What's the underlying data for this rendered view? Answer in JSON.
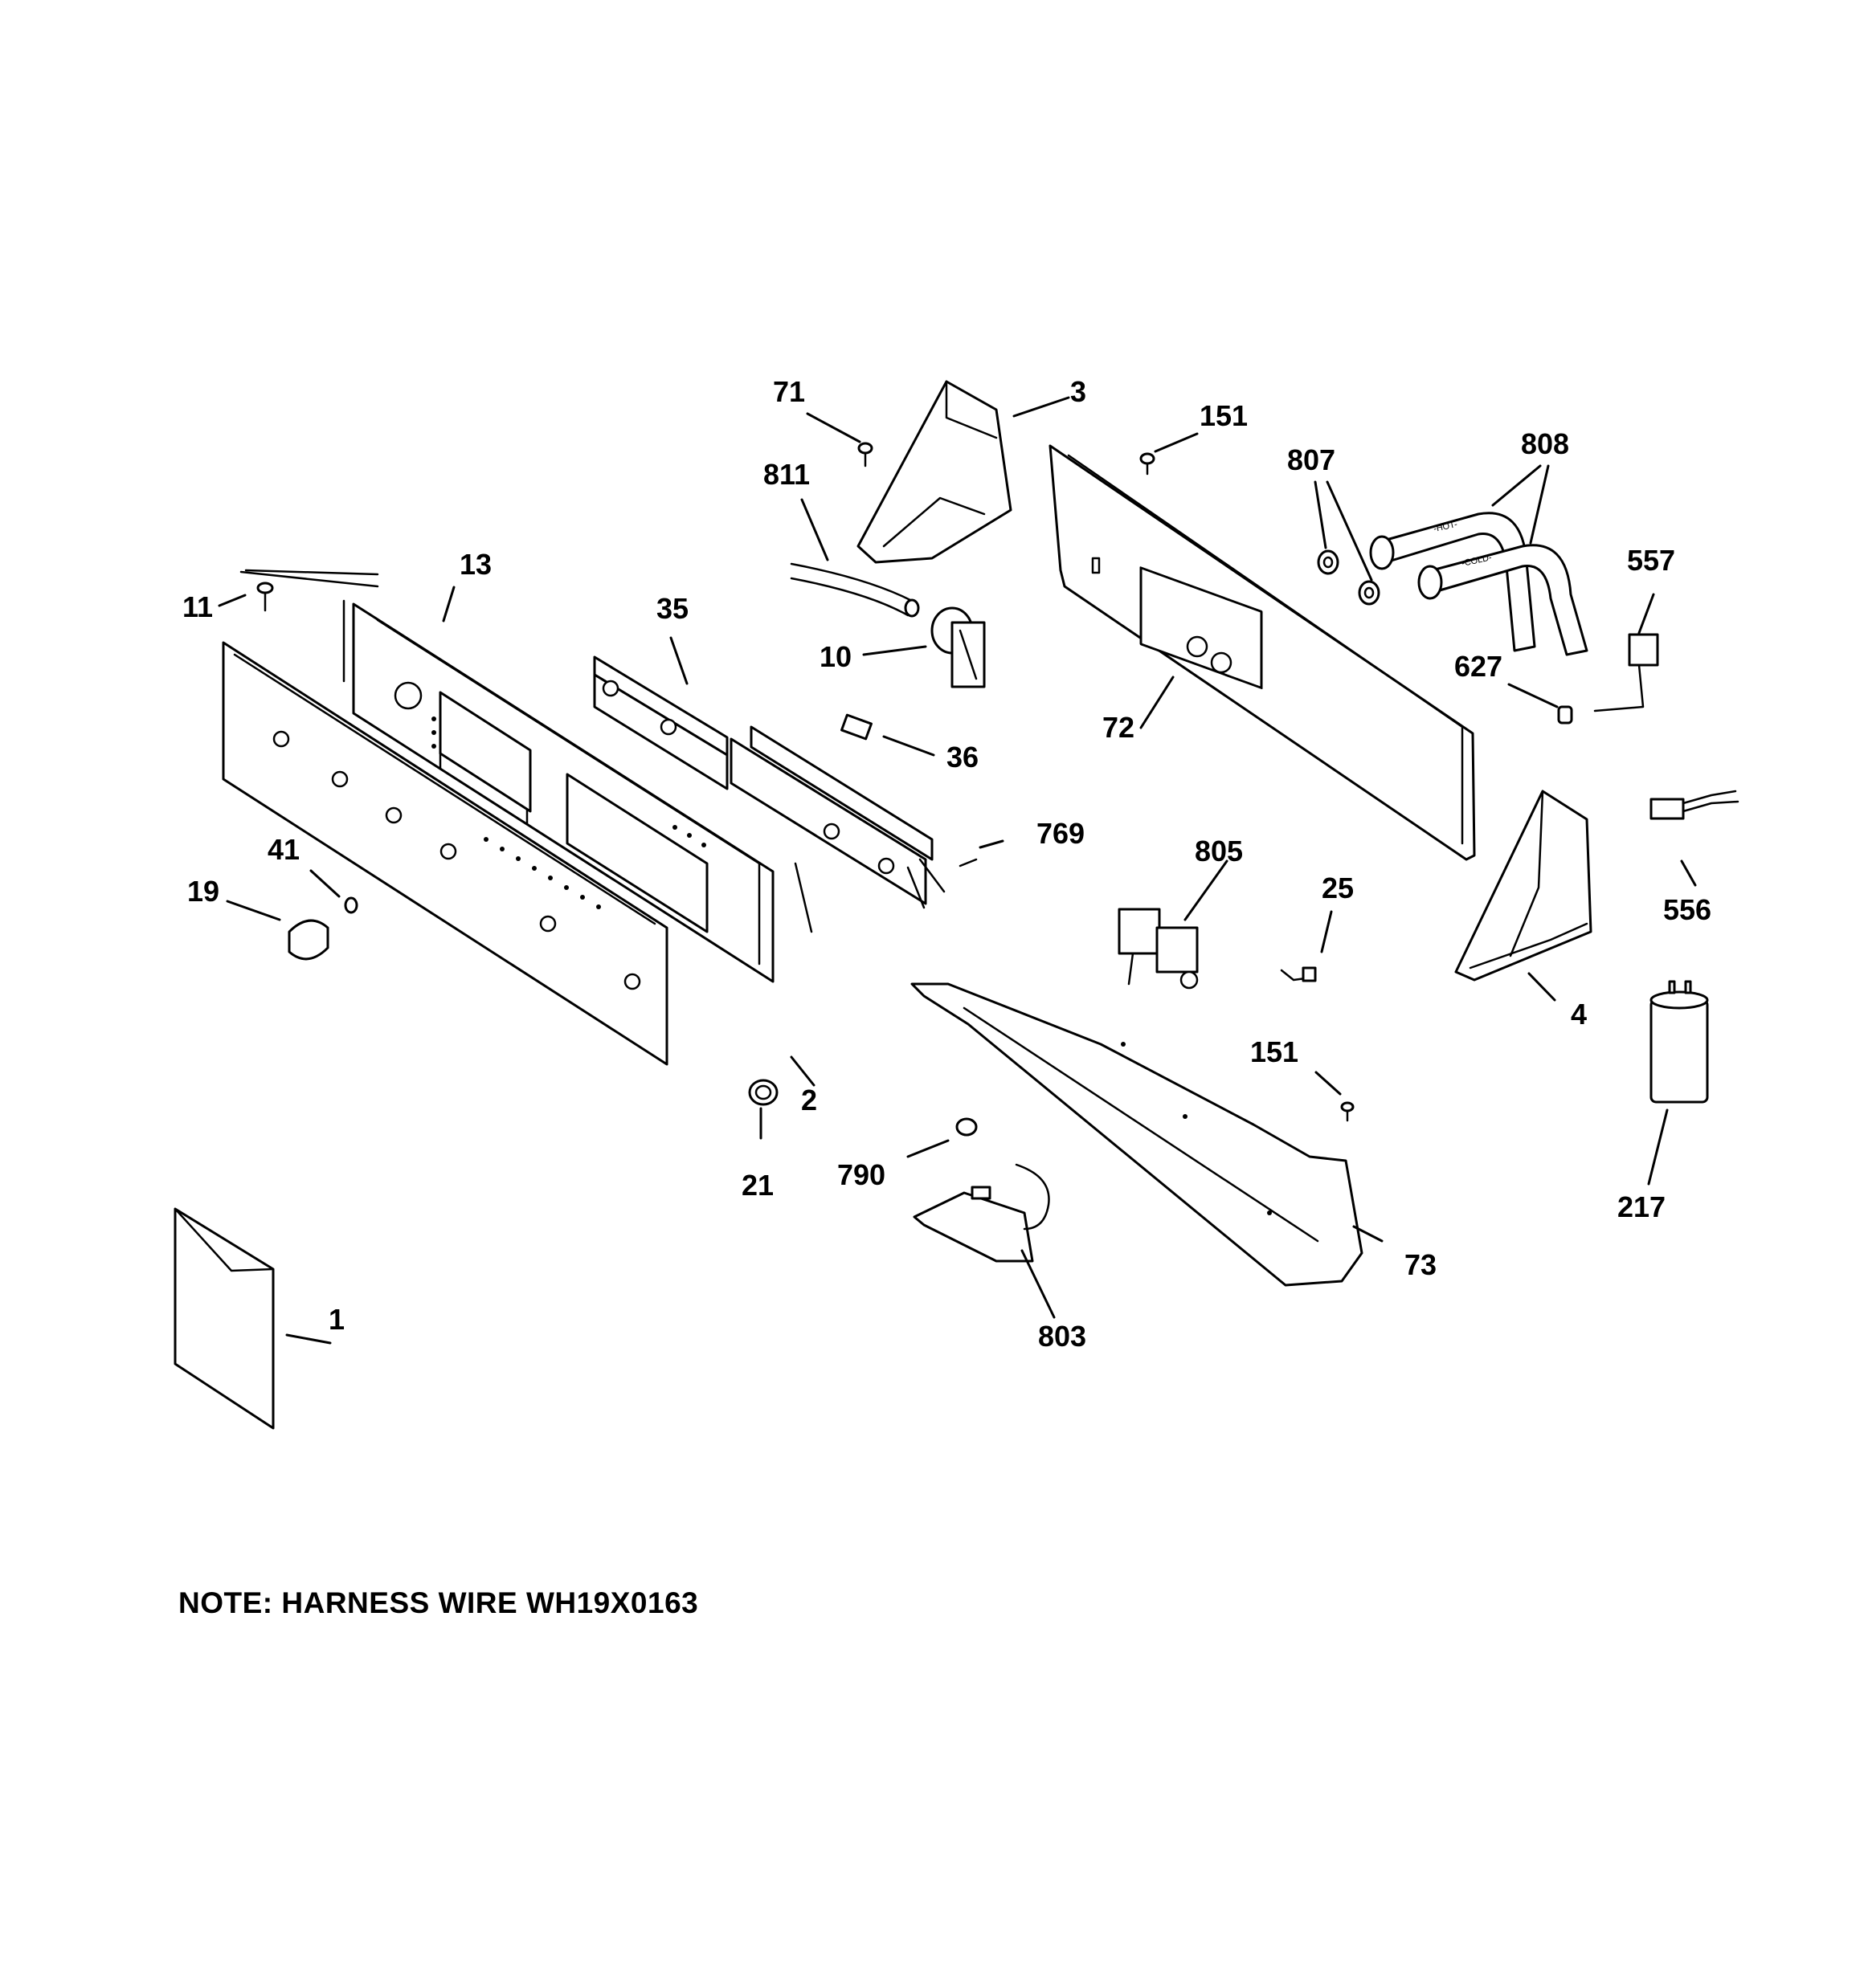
{
  "note": "NOTE: HARNESS WIRE WH19X0163",
  "hose_labels": {
    "hot": "-HOT-",
    "cold": "-COLD-"
  },
  "callouts": {
    "c1": "1",
    "c2": "2",
    "c3": "3",
    "c4": "4",
    "c10": "10",
    "c11": "11",
    "c13": "13",
    "c19": "19",
    "c21": "21",
    "c25": "25",
    "c35": "35",
    "c36": "36",
    "c41": "41",
    "c71": "71",
    "c72": "72",
    "c73": "73",
    "c151a": "151",
    "c151b": "151",
    "c217": "217",
    "c556": "556",
    "c557": "557",
    "c627": "627",
    "c769": "769",
    "c790": "790",
    "c803": "803",
    "c805": "805",
    "c807": "807",
    "c808": "808",
    "c811": "811"
  }
}
